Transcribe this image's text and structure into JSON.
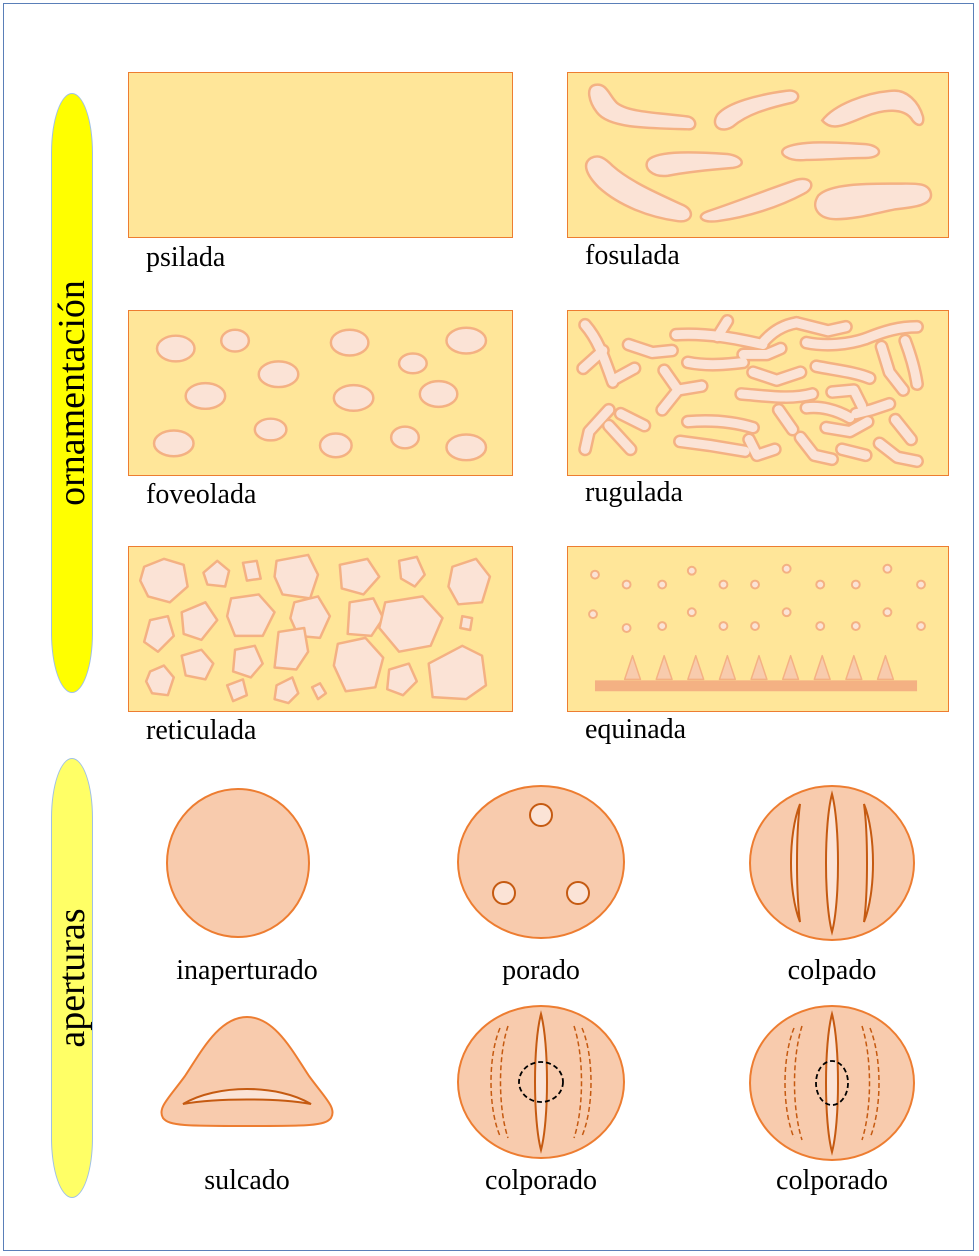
{
  "sections": {
    "ornamentation": "ornamentación",
    "apertures": "aperturas"
  },
  "ornamentation_types": [
    {
      "label": "psilada"
    },
    {
      "label": "fosulada"
    },
    {
      "label": "foveolada"
    },
    {
      "label": "rugulada"
    },
    {
      "label": "reticulada"
    },
    {
      "label": "equinada"
    }
  ],
  "aperture_types": [
    {
      "label": "inaperturado"
    },
    {
      "label": "porado"
    },
    {
      "label": "colpado"
    },
    {
      "label": "sulcado"
    },
    {
      "label": "colporado"
    },
    {
      "label": "colporado"
    }
  ],
  "colors": {
    "panel_fill": "#ffe699",
    "panel_border": "#ed7d31",
    "element_fill": "#fbe3d6",
    "element_stroke": "#f4b183",
    "grain_fill": "#f8cbad",
    "grain_stroke": "#ed7d31",
    "aperture_stroke": "#c55a11",
    "ornamentation_tab": "#ffff00",
    "apertures_tab": "#ffff66"
  }
}
